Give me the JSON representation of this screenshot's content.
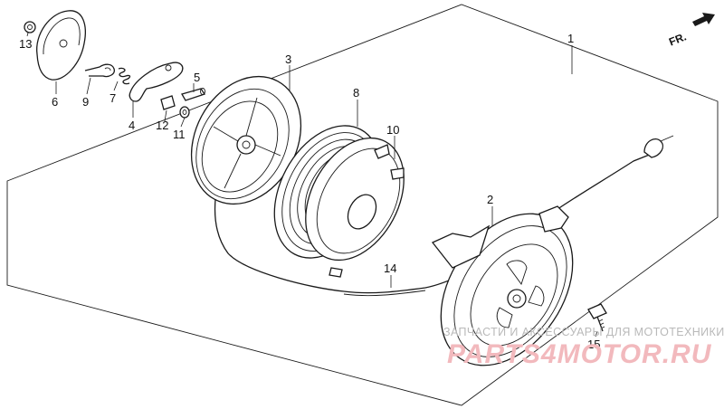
{
  "direction_label": "FR.",
  "callouts": [
    {
      "id": "p1",
      "text": "1"
    },
    {
      "id": "p2",
      "text": "2"
    },
    {
      "id": "p3",
      "text": "3"
    },
    {
      "id": "p4",
      "text": "4"
    },
    {
      "id": "p5",
      "text": "5"
    },
    {
      "id": "p6",
      "text": "6"
    },
    {
      "id": "p7",
      "text": "7"
    },
    {
      "id": "p8",
      "text": "8"
    },
    {
      "id": "p9",
      "text": "9"
    },
    {
      "id": "p10",
      "text": "10"
    },
    {
      "id": "p11",
      "text": "11"
    },
    {
      "id": "p12",
      "text": "12"
    },
    {
      "id": "p13",
      "text": "13"
    },
    {
      "id": "p14",
      "text": "14"
    },
    {
      "id": "p15",
      "text": "15"
    }
  ],
  "watermark": {
    "tagline": "ЗАПЧАСТИ И АКСЕССУАРЫ ДЛЯ МОТОТЕХНИКИ",
    "brand": "PARTS4MOTOR.RU"
  }
}
